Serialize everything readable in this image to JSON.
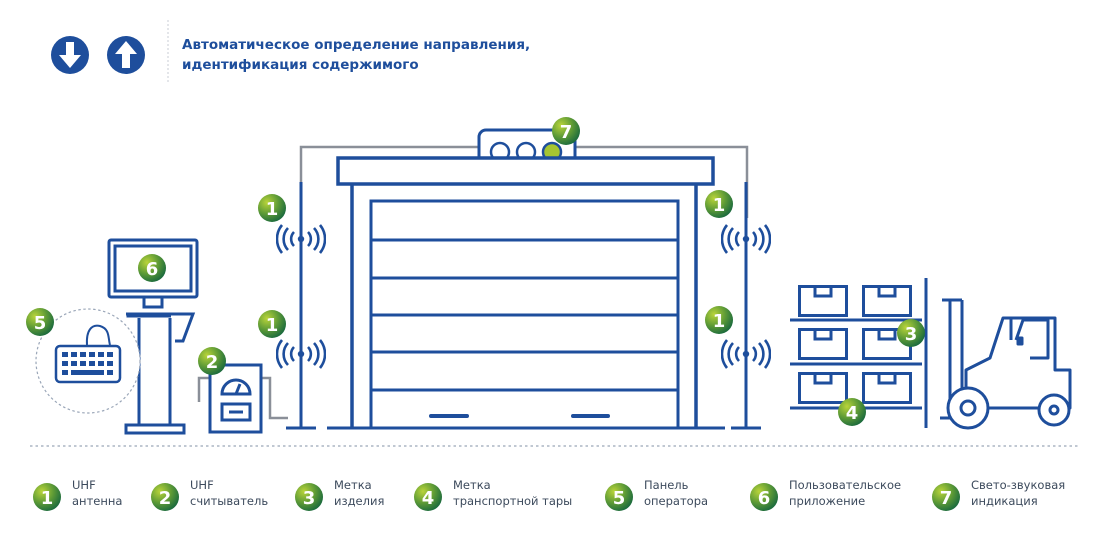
{
  "header": {
    "title_line1": "Автоматическое определение направления,",
    "title_line2": "идентификация содержимого",
    "icons": [
      "arrow-down-icon",
      "arrow-up-icon"
    ]
  },
  "colors": {
    "brand_blue": "#1e4e9c",
    "badge_green_light": "#a6c531",
    "badge_green_dark": "#1e6e3e",
    "line_gray": "#8a8f98",
    "dotted_gray": "#9aa6b8"
  },
  "badges": {
    "antenna": "1",
    "reader": "2",
    "item_tag": "3",
    "container_tag": "4",
    "operator_panel": "5",
    "user_app": "6",
    "indicator": "7"
  },
  "legend": [
    {
      "num": "1",
      "line1": "UHF",
      "line2": "антенна"
    },
    {
      "num": "2",
      "line1": "UHF",
      "line2": "считыватель"
    },
    {
      "num": "3",
      "line1": "Метка",
      "line2": "изделия"
    },
    {
      "num": "4",
      "line1": "Метка",
      "line2": "транспортной тары"
    },
    {
      "num": "5",
      "line1": "Панель",
      "line2": "оператора"
    },
    {
      "num": "6",
      "line1": "Пользовательское",
      "line2": "приложение"
    },
    {
      "num": "7",
      "line1": "Свето-звуковая",
      "line2": "индикация"
    }
  ]
}
